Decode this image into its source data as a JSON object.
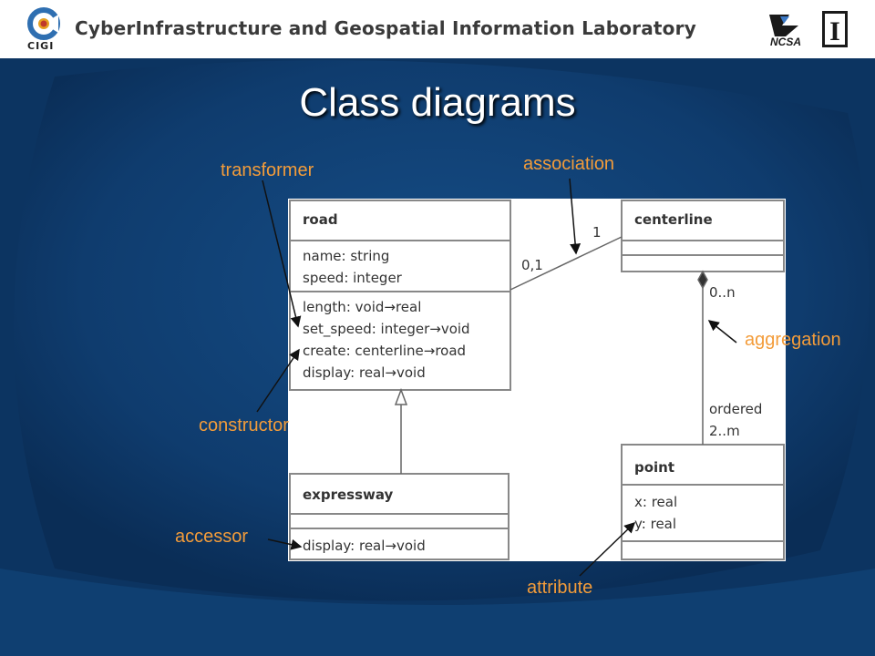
{
  "header": {
    "cigi_label": "CIGI",
    "lab_title": "CyberInfrastructure and Geospatial Information Laboratory",
    "ncsa_label": "NCSA",
    "illinois_label": "I"
  },
  "slide": {
    "title": "Class diagrams"
  },
  "classes": {
    "road": {
      "name": "road",
      "attributes": [
        "name: string",
        "speed: integer"
      ],
      "operations": [
        "length: void→real",
        "set_speed: integer→void",
        "create: centerline→road",
        "display: real→void"
      ]
    },
    "centerline": {
      "name": "centerline"
    },
    "expressway": {
      "name": "expressway",
      "operations": [
        "display: real→void"
      ]
    },
    "point": {
      "name": "point",
      "attributes": [
        "x: real",
        "y: real"
      ]
    }
  },
  "multiplicities": {
    "road_end": "0,1",
    "centerline_end": "1",
    "aggregation_top": "0..n",
    "aggregation_ordered": "ordered",
    "aggregation_bottom": "2..m"
  },
  "annotations": {
    "transformer": "transformer",
    "association": "association",
    "aggregation": "aggregation",
    "constructor": "constructor",
    "accessor": "accessor",
    "attribute": "attribute"
  }
}
